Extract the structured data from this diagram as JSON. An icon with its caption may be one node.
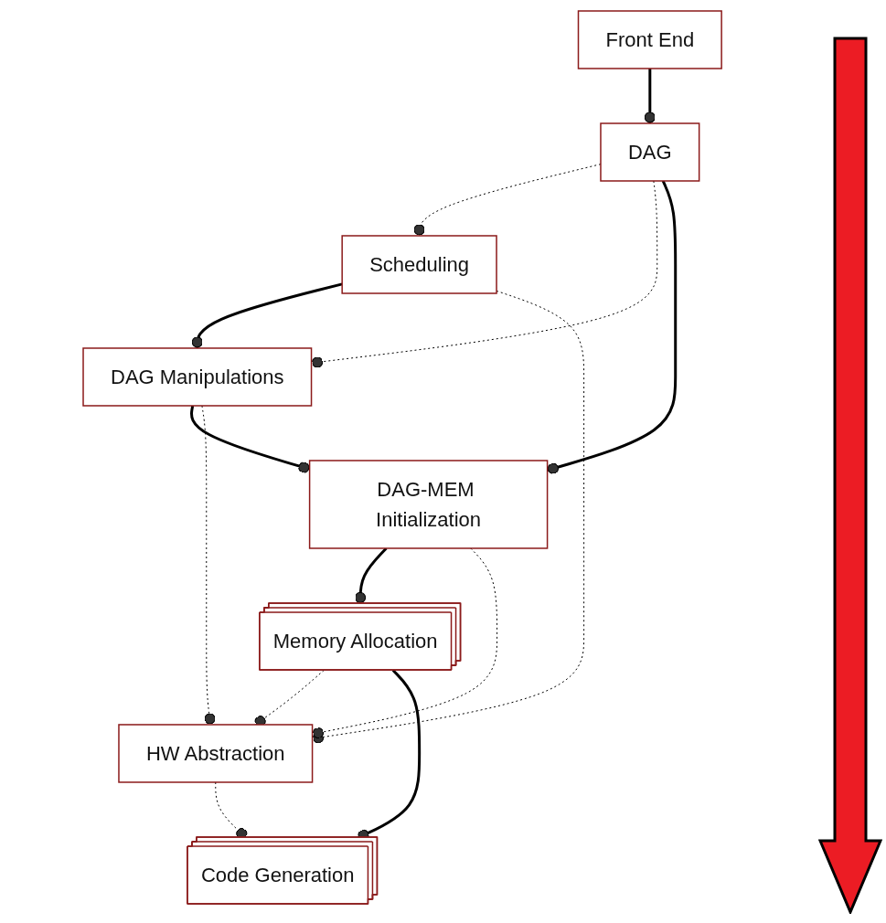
{
  "diagram": {
    "nodes": [
      {
        "text": [
          "Front End"
        ]
      },
      {
        "text": [
          "DAG"
        ]
      },
      {
        "text": [
          "Scheduling"
        ]
      },
      {
        "text": [
          "DAG Manipulations"
        ]
      },
      {
        "text": [
          "DAG-MEM Initialization"
        ]
      },
      {
        "text": [
          "Memory Allocation"
        ]
      },
      {
        "text": [
          "HW Abstraction"
        ]
      },
      {
        "text": [
          "Code Generation"
        ]
      }
    ],
    "edges": [
      {
        "from": 0,
        "to": 1,
        "arrow": "other",
        "style": "thick"
      },
      {
        "from": 1,
        "to": 2,
        "arrow": "other",
        "style": "dashed"
      },
      {
        "from": 1,
        "to": 3,
        "arrow": "other",
        "style": "dashed"
      },
      {
        "from": 1,
        "to": 4,
        "arrow": "other",
        "style": "thick"
      },
      {
        "from": 2,
        "to": 3,
        "arrow": "other",
        "style": "thick"
      },
      {
        "from": 2,
        "to": 6,
        "arrow": "other",
        "style": "dashed"
      },
      {
        "from": 3,
        "to": 4,
        "arrow": "other",
        "style": "thick"
      },
      {
        "from": 3,
        "to": 6,
        "arrow": "other",
        "style": "dashed"
      },
      {
        "from": 4,
        "to": 5,
        "arrow": "other",
        "style": "thick"
      },
      {
        "from": 4,
        "to": 6,
        "arrow": "other",
        "style": "dashed"
      },
      {
        "from": 5,
        "to": 6,
        "arrow": "other",
        "style": "dashed"
      },
      {
        "from": 5,
        "to": 7,
        "arrow": "other",
        "style": "thick"
      },
      {
        "from": 6,
        "to": 7,
        "arrow": "other",
        "style": "dashed"
      }
    ]
  }
}
